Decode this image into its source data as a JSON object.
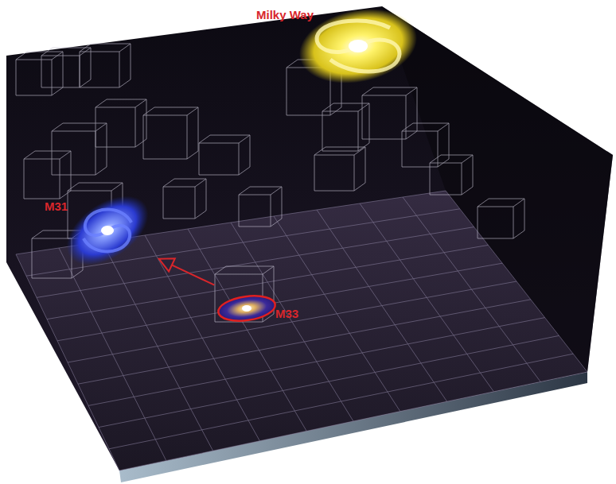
{
  "diagram": {
    "nodes": [
      {
        "text": [
          "Milky Way"
        ]
      },
      {
        "text": [
          "M31"
        ]
      },
      {
        "text": [
          "M33"
        ]
      }
    ],
    "edges": [
      {
        "from": 2,
        "to": 1,
        "arrow": "to"
      }
    ]
  }
}
